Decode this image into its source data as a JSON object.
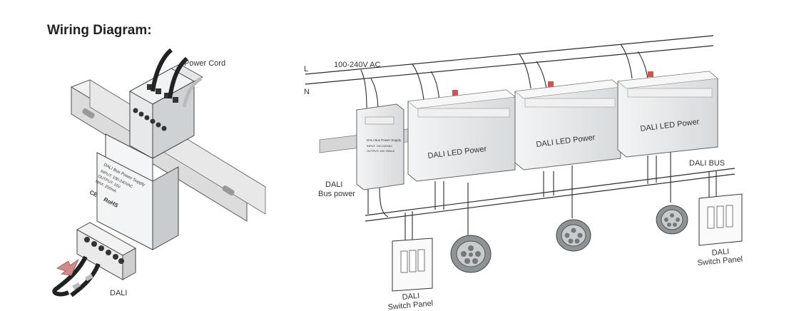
{
  "title": "Wiring Diagram:",
  "left_callouts": {
    "power_cord": "Power Cord",
    "dali": "DALI"
  },
  "bus_power_device": {
    "name_line1": "DALI",
    "name_line2": "Bus power",
    "face_lines": [
      "DALI Bus Power Supply",
      "INPUT: 100-240VAC",
      "OUTPUT: 16V 250mA"
    ]
  },
  "left_device_face": {
    "lines": [
      "DALI Bus Power Supply",
      "INPUT: 100-240VAC",
      "OUTPUT: 16V",
      "MAX: 250mA"
    ],
    "marks": [
      "CE",
      "RoHS"
    ]
  },
  "mains": {
    "label": "100-240V AC",
    "live": "L",
    "neutral": "N"
  },
  "bus": {
    "label": "DALI BUS"
  },
  "drivers": [
    {
      "label": "DALI LED Power"
    },
    {
      "label": "DALI LED Power"
    },
    {
      "label": "DALI LED Power"
    }
  ],
  "switch_panels": [
    {
      "line1": "DALI",
      "line2": "Switch Panel"
    },
    {
      "line1": "DALI",
      "line2": "Switch Panel"
    }
  ],
  "colors": {
    "line": "#2b2b2b",
    "device_body": "#e9ebec",
    "arrow": "#d08a8a",
    "text": "#333333"
  }
}
